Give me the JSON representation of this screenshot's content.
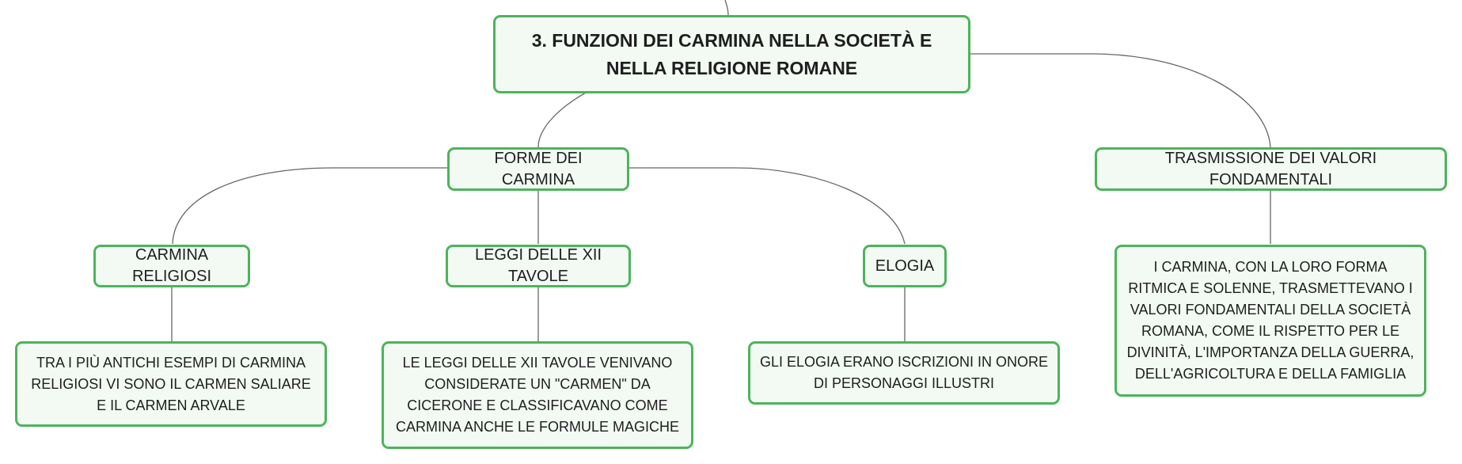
{
  "mindmap": {
    "root": {
      "title": "3. FUNZIONI DEI CARMINA NELLA SOCIETÀ E NELLA RELIGIONE ROMANE"
    },
    "forme": {
      "title": "FORME DEI CARMINA",
      "items": [
        {
          "title": "CARMINA RELIGIOSI",
          "note": "TRA I PIÙ ANTICHI ESEMPI DI CARMINA RELIGIOSI VI SONO IL CARMEN SALIARE E IL CARMEN ARVALE"
        },
        {
          "title": "LEGGI DELLE XII TAVOLE",
          "note": "LE LEGGI DELLE XII TAVOLE VENIVANO CONSIDERATE UN \"CARMEN\" DA CICERONE E CLASSIFICAVANO COME CARMINA ANCHE LE FORMULE MAGICHE"
        },
        {
          "title": "ELOGIA",
          "note": "GLI ELOGIA ERANO ISCRIZIONI IN ONORE DI PERSONAGGI ILLUSTRI"
        }
      ]
    },
    "trasmissione": {
      "title": "TRASMISSIONE DEI VALORI FONDAMENTALI",
      "note": "I CARMINA, CON LA LORO FORMA RITMICA E SOLENNE, TRASMETTEVANO I VALORI FONDAMENTALI DELLA SOCIETÀ ROMANA, COME IL RISPETTO PER LE DIVINITÀ, L'IMPORTANZA DELLA GUERRA, DELL'AGRICOLTURA E DELLA FAMIGLIA"
    }
  },
  "colors": {
    "node_border": "#4cb45c",
    "node_fill": "#f2faf3",
    "connector": "#666666",
    "text": "#1e1e1e"
  }
}
